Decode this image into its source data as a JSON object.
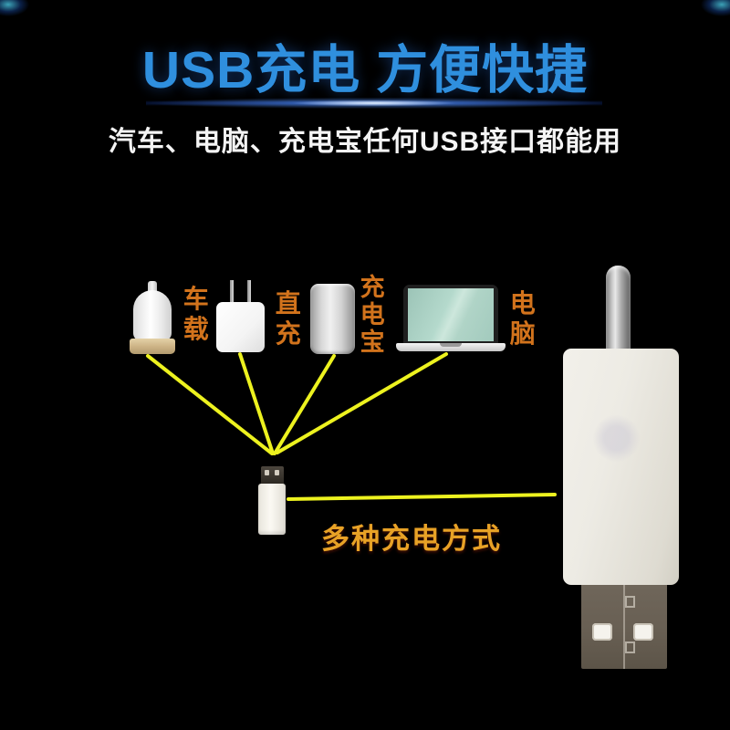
{
  "page": {
    "title": "USB充电 方便快捷",
    "subtitle": "汽车、电脑、充电宝任何USB接口都能用",
    "caption": "多种充电方式"
  },
  "chargers": [
    {
      "id": "car-charger",
      "label": "车载",
      "icon": "car-charger-icon"
    },
    {
      "id": "wall-charger",
      "label": "直充",
      "icon": "wall-charger-icon"
    },
    {
      "id": "power-bank",
      "label": "充电宝",
      "icon": "power-bank-icon"
    },
    {
      "id": "laptop",
      "label": "电脑",
      "icon": "laptop-icon"
    }
  ],
  "icons": {
    "product": "usb-dongle-icon",
    "product_large": "usb-light-product-photo"
  },
  "colors": {
    "background": "#000000",
    "title_blue": "#2F8FDE",
    "subtitle_white": "#F4F4F4",
    "label_orange": "#D2731C",
    "caption_gold": "#E8A226",
    "line_yellow": "#EDF21F",
    "streak_blue": "#2E5ADC"
  }
}
